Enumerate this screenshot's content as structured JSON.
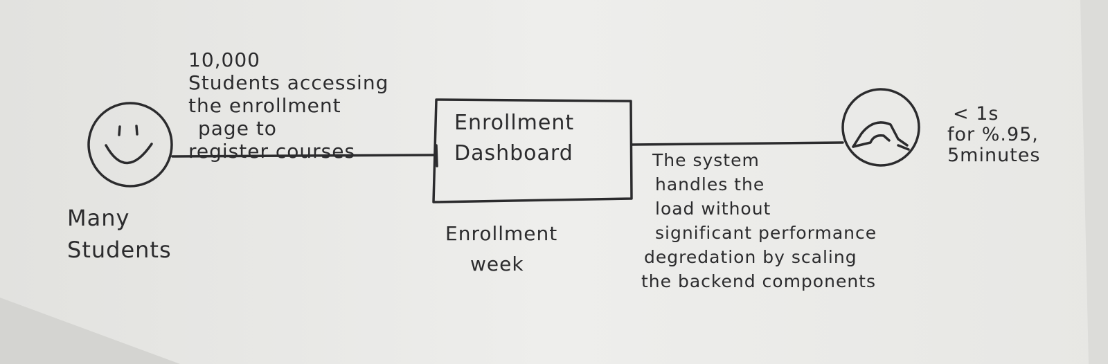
{
  "actor": {
    "label_lines": [
      "Many",
      "Students"
    ]
  },
  "stimulus": {
    "lines": [
      "10,000",
      "Students accessing",
      "the enrollment",
      "page  to",
      "register courses"
    ]
  },
  "artifact": {
    "lines": [
      "Enrollment",
      "Dashboard"
    ]
  },
  "environment": {
    "lines": [
      "Enrollment",
      "week"
    ]
  },
  "response": {
    "lines": [
      "The  system",
      "handles  the",
      "load  without",
      "significant  performance",
      "degredation  by  scaling",
      "the  backend   components"
    ]
  },
  "measure": {
    "lines": [
      "< 1s",
      "for  %.95,",
      "5minutes"
    ]
  },
  "colors": {
    "ink": "#2b2b2d",
    "paper": "#ececea"
  }
}
